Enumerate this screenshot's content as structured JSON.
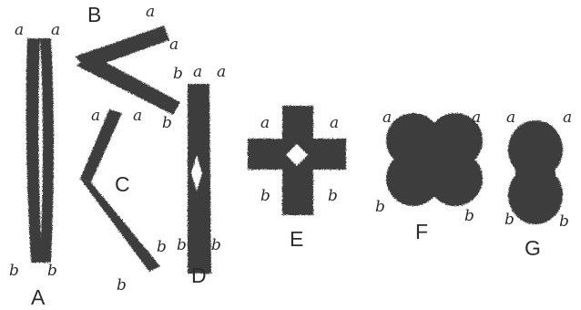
{
  "figures": [
    {
      "id": "A",
      "label": "A",
      "end_labels": [
        "a",
        "a",
        "b",
        "b"
      ]
    },
    {
      "id": "B",
      "label": "B",
      "end_labels": [
        "a",
        "a",
        "b",
        "b"
      ]
    },
    {
      "id": "C",
      "label": "C",
      "end_labels": [
        "a",
        "a",
        "b",
        "b"
      ]
    },
    {
      "id": "D",
      "label": "D",
      "end_labels": [
        "a",
        "a",
        "b",
        "b"
      ]
    },
    {
      "id": "E",
      "label": "E",
      "end_labels": [
        "a",
        "a",
        "b",
        "b"
      ]
    },
    {
      "id": "F",
      "label": "F",
      "end_labels": [
        "a",
        "a",
        "b",
        "b"
      ]
    },
    {
      "id": "G",
      "label": "G",
      "end_labels": [
        "a",
        "a",
        "b",
        "b"
      ]
    }
  ],
  "colors": {
    "chromosome": "#3d3d3d",
    "ink": "#2b2b2b",
    "background": "#ffffff"
  }
}
